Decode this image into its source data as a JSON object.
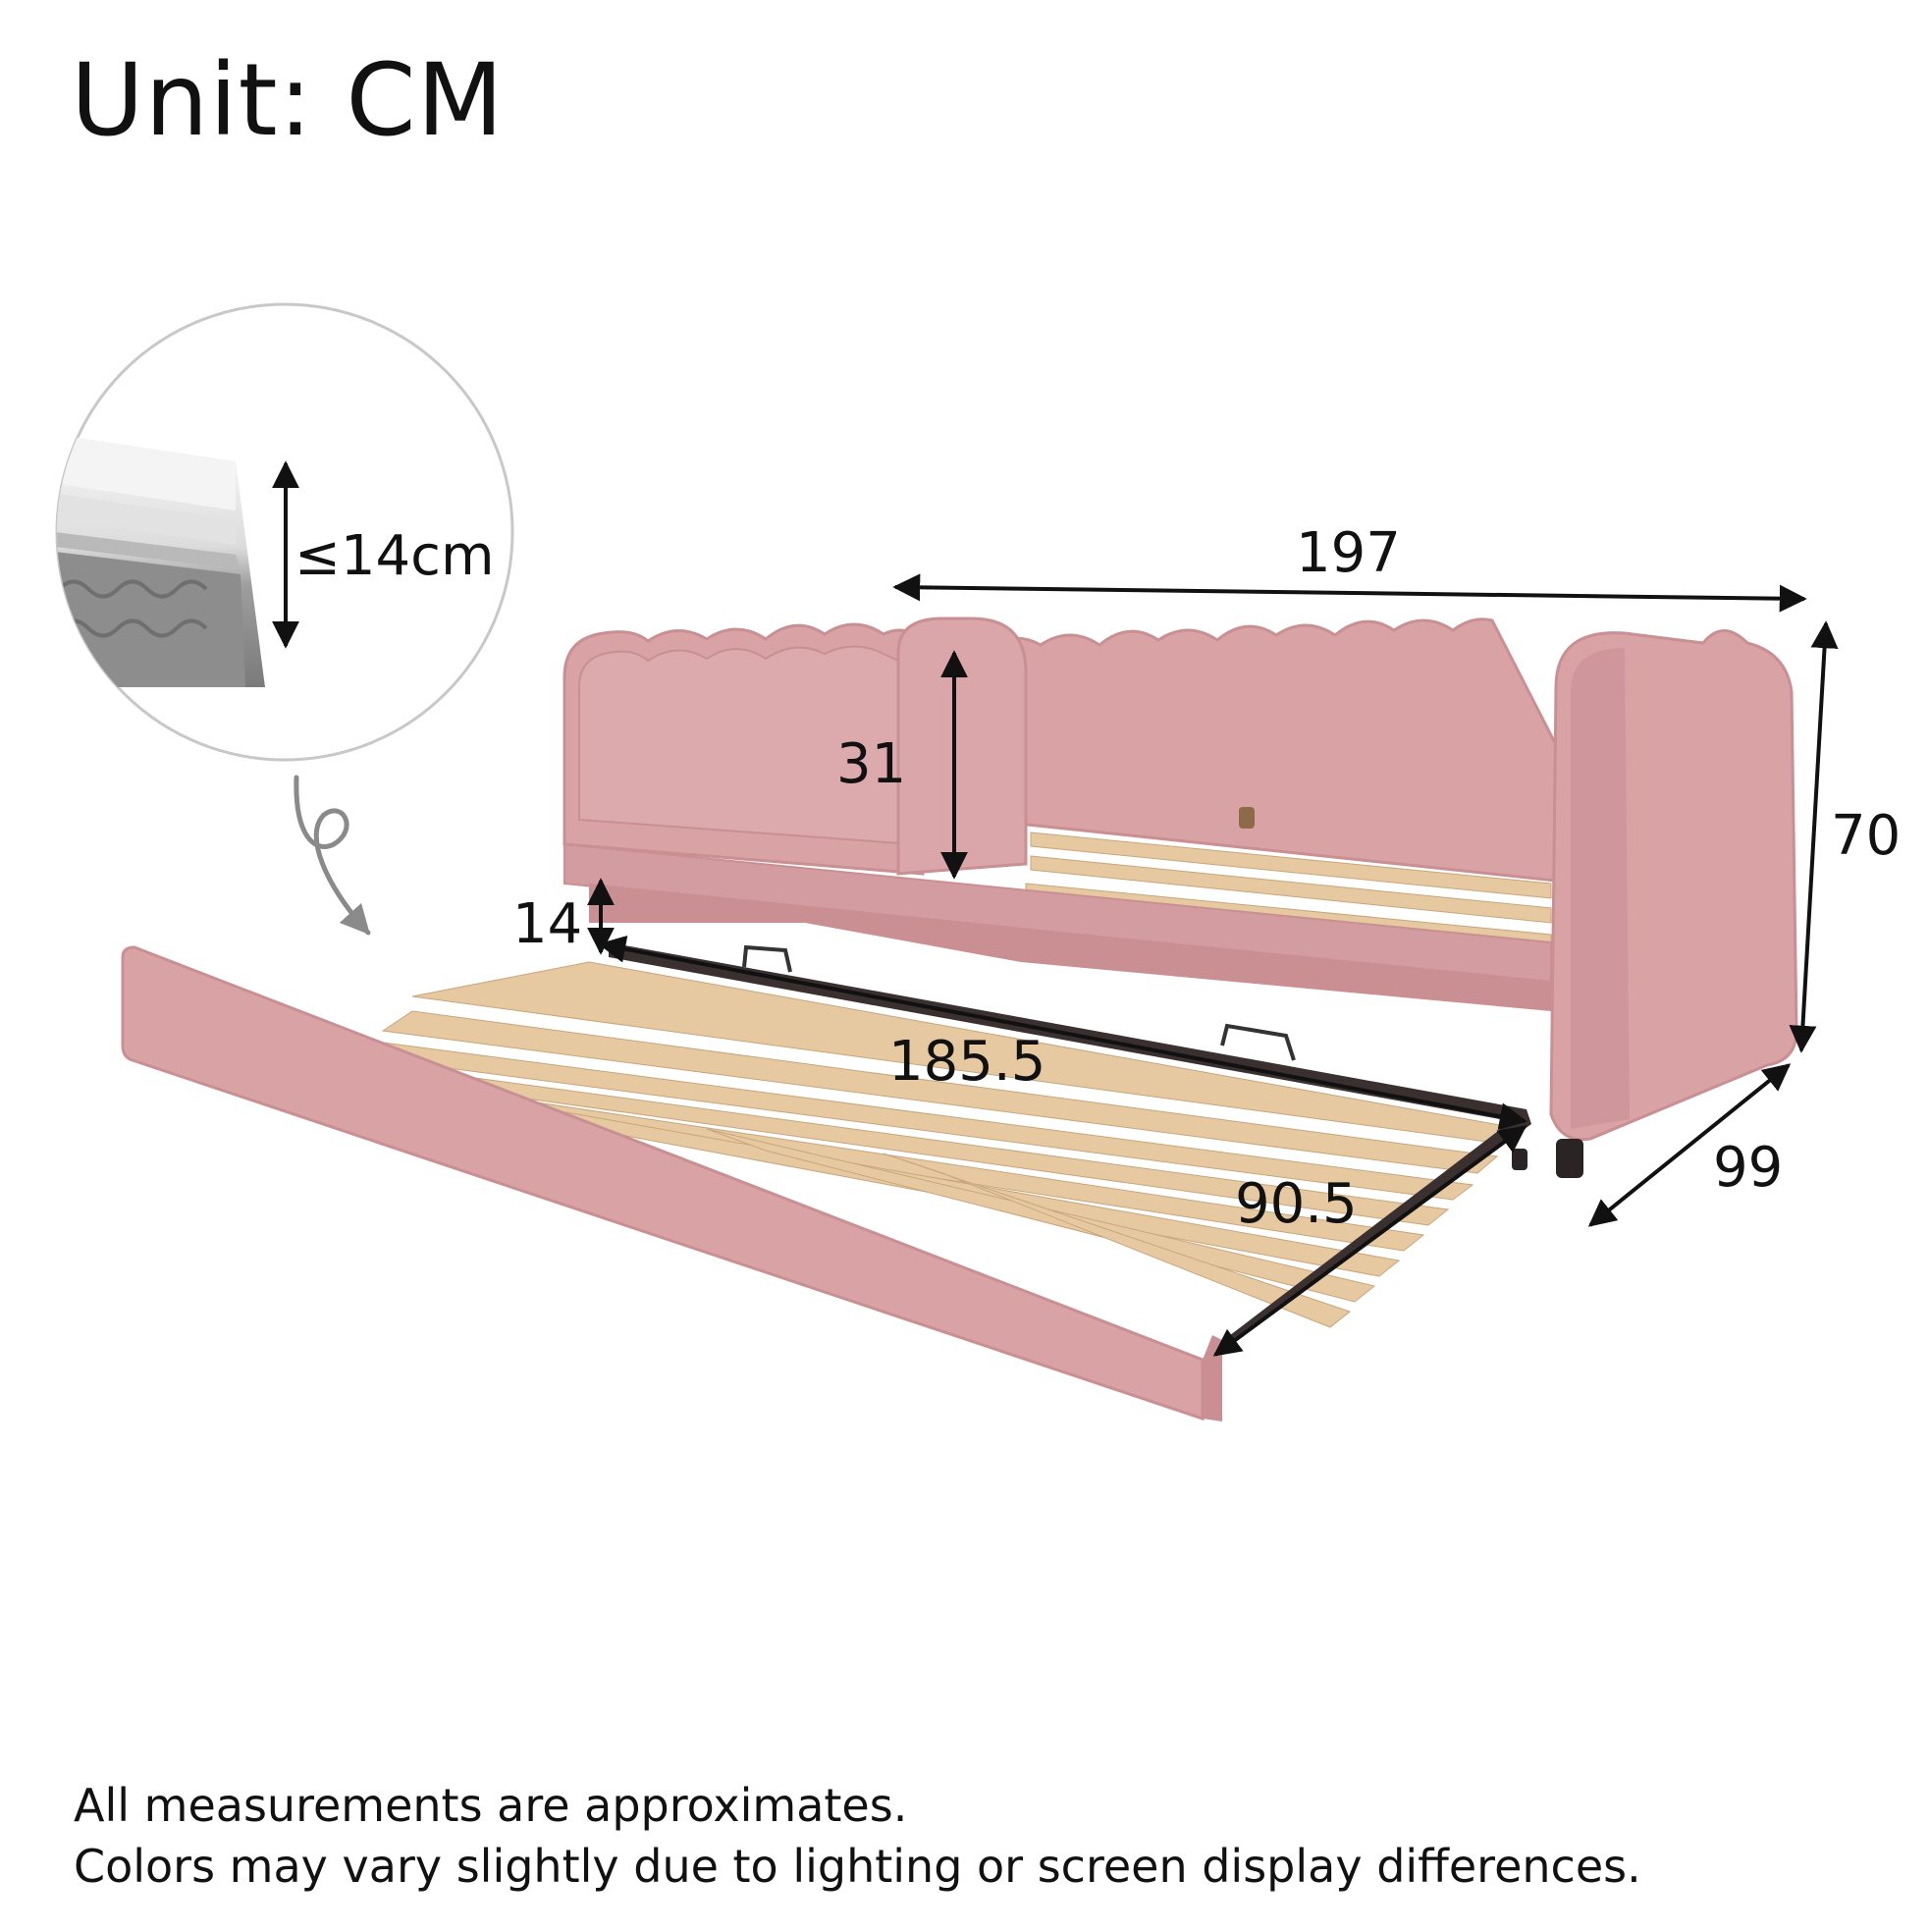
{
  "header": {
    "unit_label": "Unit: CM"
  },
  "mattress_callout": {
    "max_thickness": "≤14cm"
  },
  "dimensions": {
    "bed_length": "197",
    "overall_height": "70",
    "bed_depth": "99",
    "guardrail_height": "31",
    "trundle_height": "14",
    "trundle_length": "185.5",
    "trundle_width": "90.5"
  },
  "notes": {
    "line1": "All measurements are approximates.",
    "line2": "Colors may vary slightly due to lighting or screen display differences."
  },
  "colors": {
    "upholstery": "#d9a3a6",
    "upholstery_shadow": "#c98f93",
    "slat_wood": "#e6c9a0",
    "frame_metal": "#3a3030",
    "callout_circle": "#c8c8c8",
    "dimension_line": "#111111"
  }
}
